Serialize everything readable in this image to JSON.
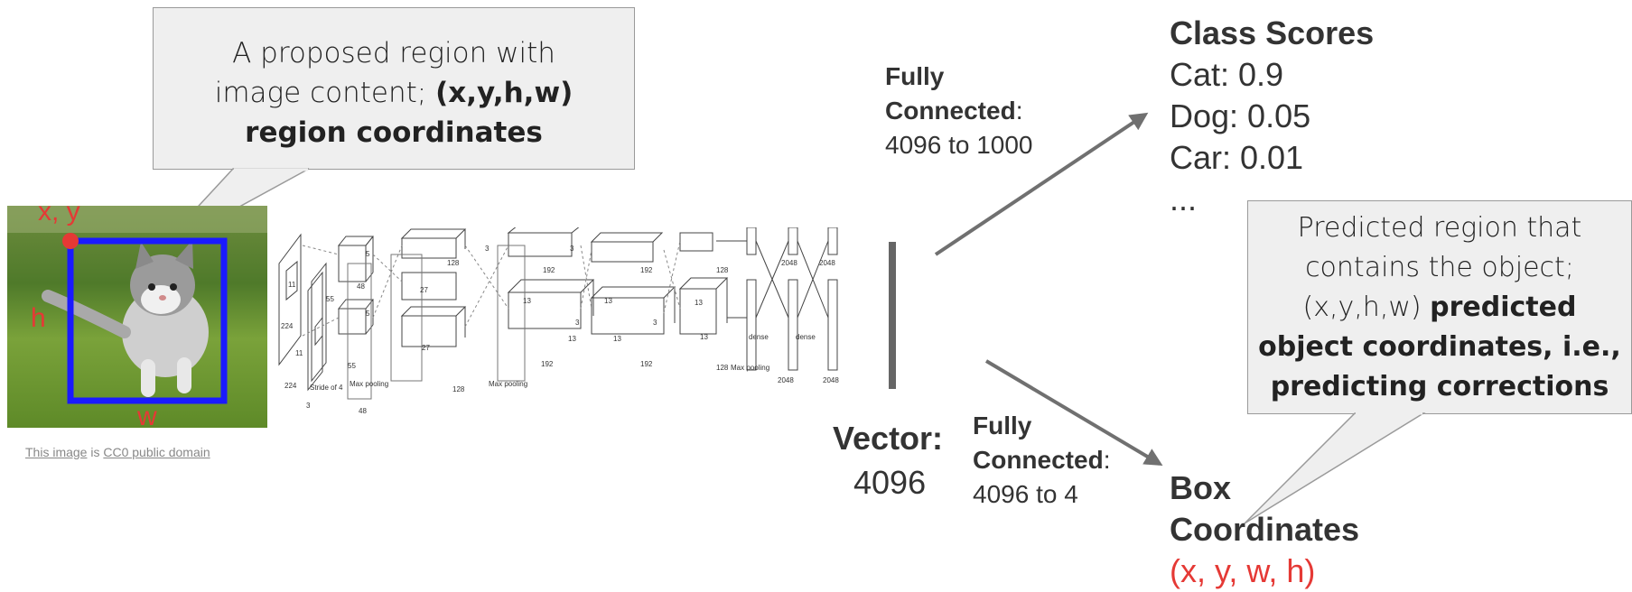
{
  "callout_region": {
    "line1": "A proposed region with",
    "line2_plain": "image content; ",
    "line2_bold": "(x,y,h,w)",
    "line3_bold": "region coordinates"
  },
  "image": {
    "label_xy": "x, y",
    "label_h": "h",
    "label_w": "w",
    "credit_link1": "This image",
    "credit_mid": " is ",
    "credit_link2": "CC0 public domain"
  },
  "network": {
    "labels": [
      "224",
      "224",
      "3",
      "11",
      "11",
      "Stride of 4",
      "55",
      "55",
      "48",
      "5",
      "5",
      "27",
      "27",
      "128",
      "Max pooling",
      "128",
      "Max pooling",
      "3",
      "3",
      "13",
      "13",
      "192",
      "192",
      "3",
      "3",
      "13",
      "13",
      "192",
      "192",
      "128",
      "128",
      "13",
      "13",
      "Max pooling",
      "dense",
      "dense",
      "2048",
      "2048",
      "2048",
      "2048",
      "48"
    ]
  },
  "vector": {
    "label": "Vector:",
    "value": "4096"
  },
  "fc_top": {
    "title1": "Fully",
    "title2": "Connected",
    "colon": ":",
    "detail": "4096 to 1000"
  },
  "fc_bottom": {
    "title1": "Fully",
    "title2": "Connected",
    "colon": ":",
    "detail": "4096 to 4"
  },
  "class_scores": {
    "title": "Class Scores",
    "items": [
      "Cat: 0.9",
      "Dog: 0.05",
      "Car: 0.01",
      "..."
    ]
  },
  "box_coords": {
    "title1": "Box",
    "title2": "Coordinates",
    "value": "(x, y, w, h)"
  },
  "callout_pred": {
    "line1": "Predicted region that",
    "line2": "contains the object;",
    "line3_plain": "(x,y,h,w) ",
    "line3_bold": "predicted",
    "line4_bold": "object coordinates, i.e.,",
    "line5_bold": "predicting corrections"
  },
  "colors": {
    "box": "#1a1aff",
    "red": "#e53935",
    "arrow": "#707070",
    "callout_bg": "#efefef"
  }
}
